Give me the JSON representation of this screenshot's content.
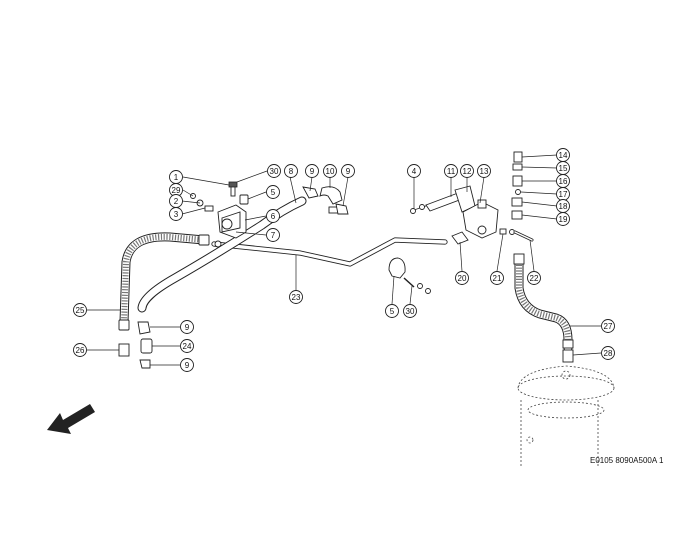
{
  "drawing_code": "E0105 8090A500A 1",
  "callouts": [
    {
      "n": "1"
    },
    {
      "n": "30"
    },
    {
      "n": "29"
    },
    {
      "n": "2"
    },
    {
      "n": "5"
    },
    {
      "n": "3"
    },
    {
      "n": "6"
    },
    {
      "n": "7"
    },
    {
      "n": "8"
    },
    {
      "n": "9"
    },
    {
      "n": "10"
    },
    {
      "n": "9"
    },
    {
      "n": "4"
    },
    {
      "n": "11"
    },
    {
      "n": "12"
    },
    {
      "n": "13"
    },
    {
      "n": "14"
    },
    {
      "n": "15"
    },
    {
      "n": "16"
    },
    {
      "n": "17"
    },
    {
      "n": "18"
    },
    {
      "n": "19"
    },
    {
      "n": "20"
    },
    {
      "n": "21"
    },
    {
      "n": "22"
    },
    {
      "n": "23"
    },
    {
      "n": "5"
    },
    {
      "n": "30"
    },
    {
      "n": "25"
    },
    {
      "n": "26"
    },
    {
      "n": "9"
    },
    {
      "n": "24"
    },
    {
      "n": "9"
    },
    {
      "n": "27"
    },
    {
      "n": "28"
    }
  ]
}
